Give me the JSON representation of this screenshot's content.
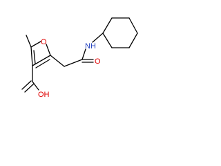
{
  "molecule": {
    "atom_labels": {
      "ring_oxygen": "O",
      "amide_nitrogen": "NH",
      "amide_oxygen": "O",
      "hydroxyl": "OH"
    },
    "colors": {
      "bond": "#000000",
      "oxygen": "#e00000",
      "nitrogen": "#1f3fbf",
      "background": "#ffffff"
    }
  }
}
